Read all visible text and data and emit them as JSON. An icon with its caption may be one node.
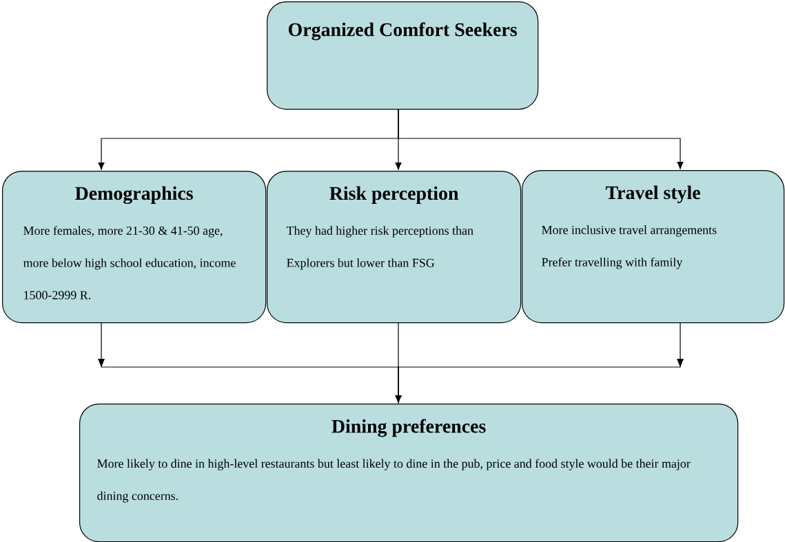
{
  "diagram": {
    "nodes": [
      {
        "text": [
          "Organized Comfort Seekers"
        ]
      },
      {
        "text": [
          "Demographics",
          "More females, more 21-30 & 41-50 age, more below high school education, income  1500-2999 R."
        ]
      },
      {
        "text": [
          "Risk perception",
          "They had higher risk perceptions than Explorers but lower than FSG"
        ]
      },
      {
        "text": [
          "Travel style",
          "More inclusive travel arrangements",
          "Prefer travelling with family"
        ]
      },
      {
        "text": [
          "Dining preferences",
          "More likely to dine in high-level restaurants but least likely to dine in the pub, price and food style would be their major dining concerns."
        ]
      }
    ],
    "edges": [
      {
        "from": 0,
        "to": 1,
        "arrow": "to"
      },
      {
        "from": 0,
        "to": 2,
        "arrow": "to"
      },
      {
        "from": 0,
        "to": 3,
        "arrow": "to"
      },
      {
        "from": 1,
        "to": 4,
        "arrow": "to"
      },
      {
        "from": 2,
        "to": 4,
        "arrow": "to"
      },
      {
        "from": 3,
        "to": 4,
        "arrow": "to"
      }
    ]
  }
}
